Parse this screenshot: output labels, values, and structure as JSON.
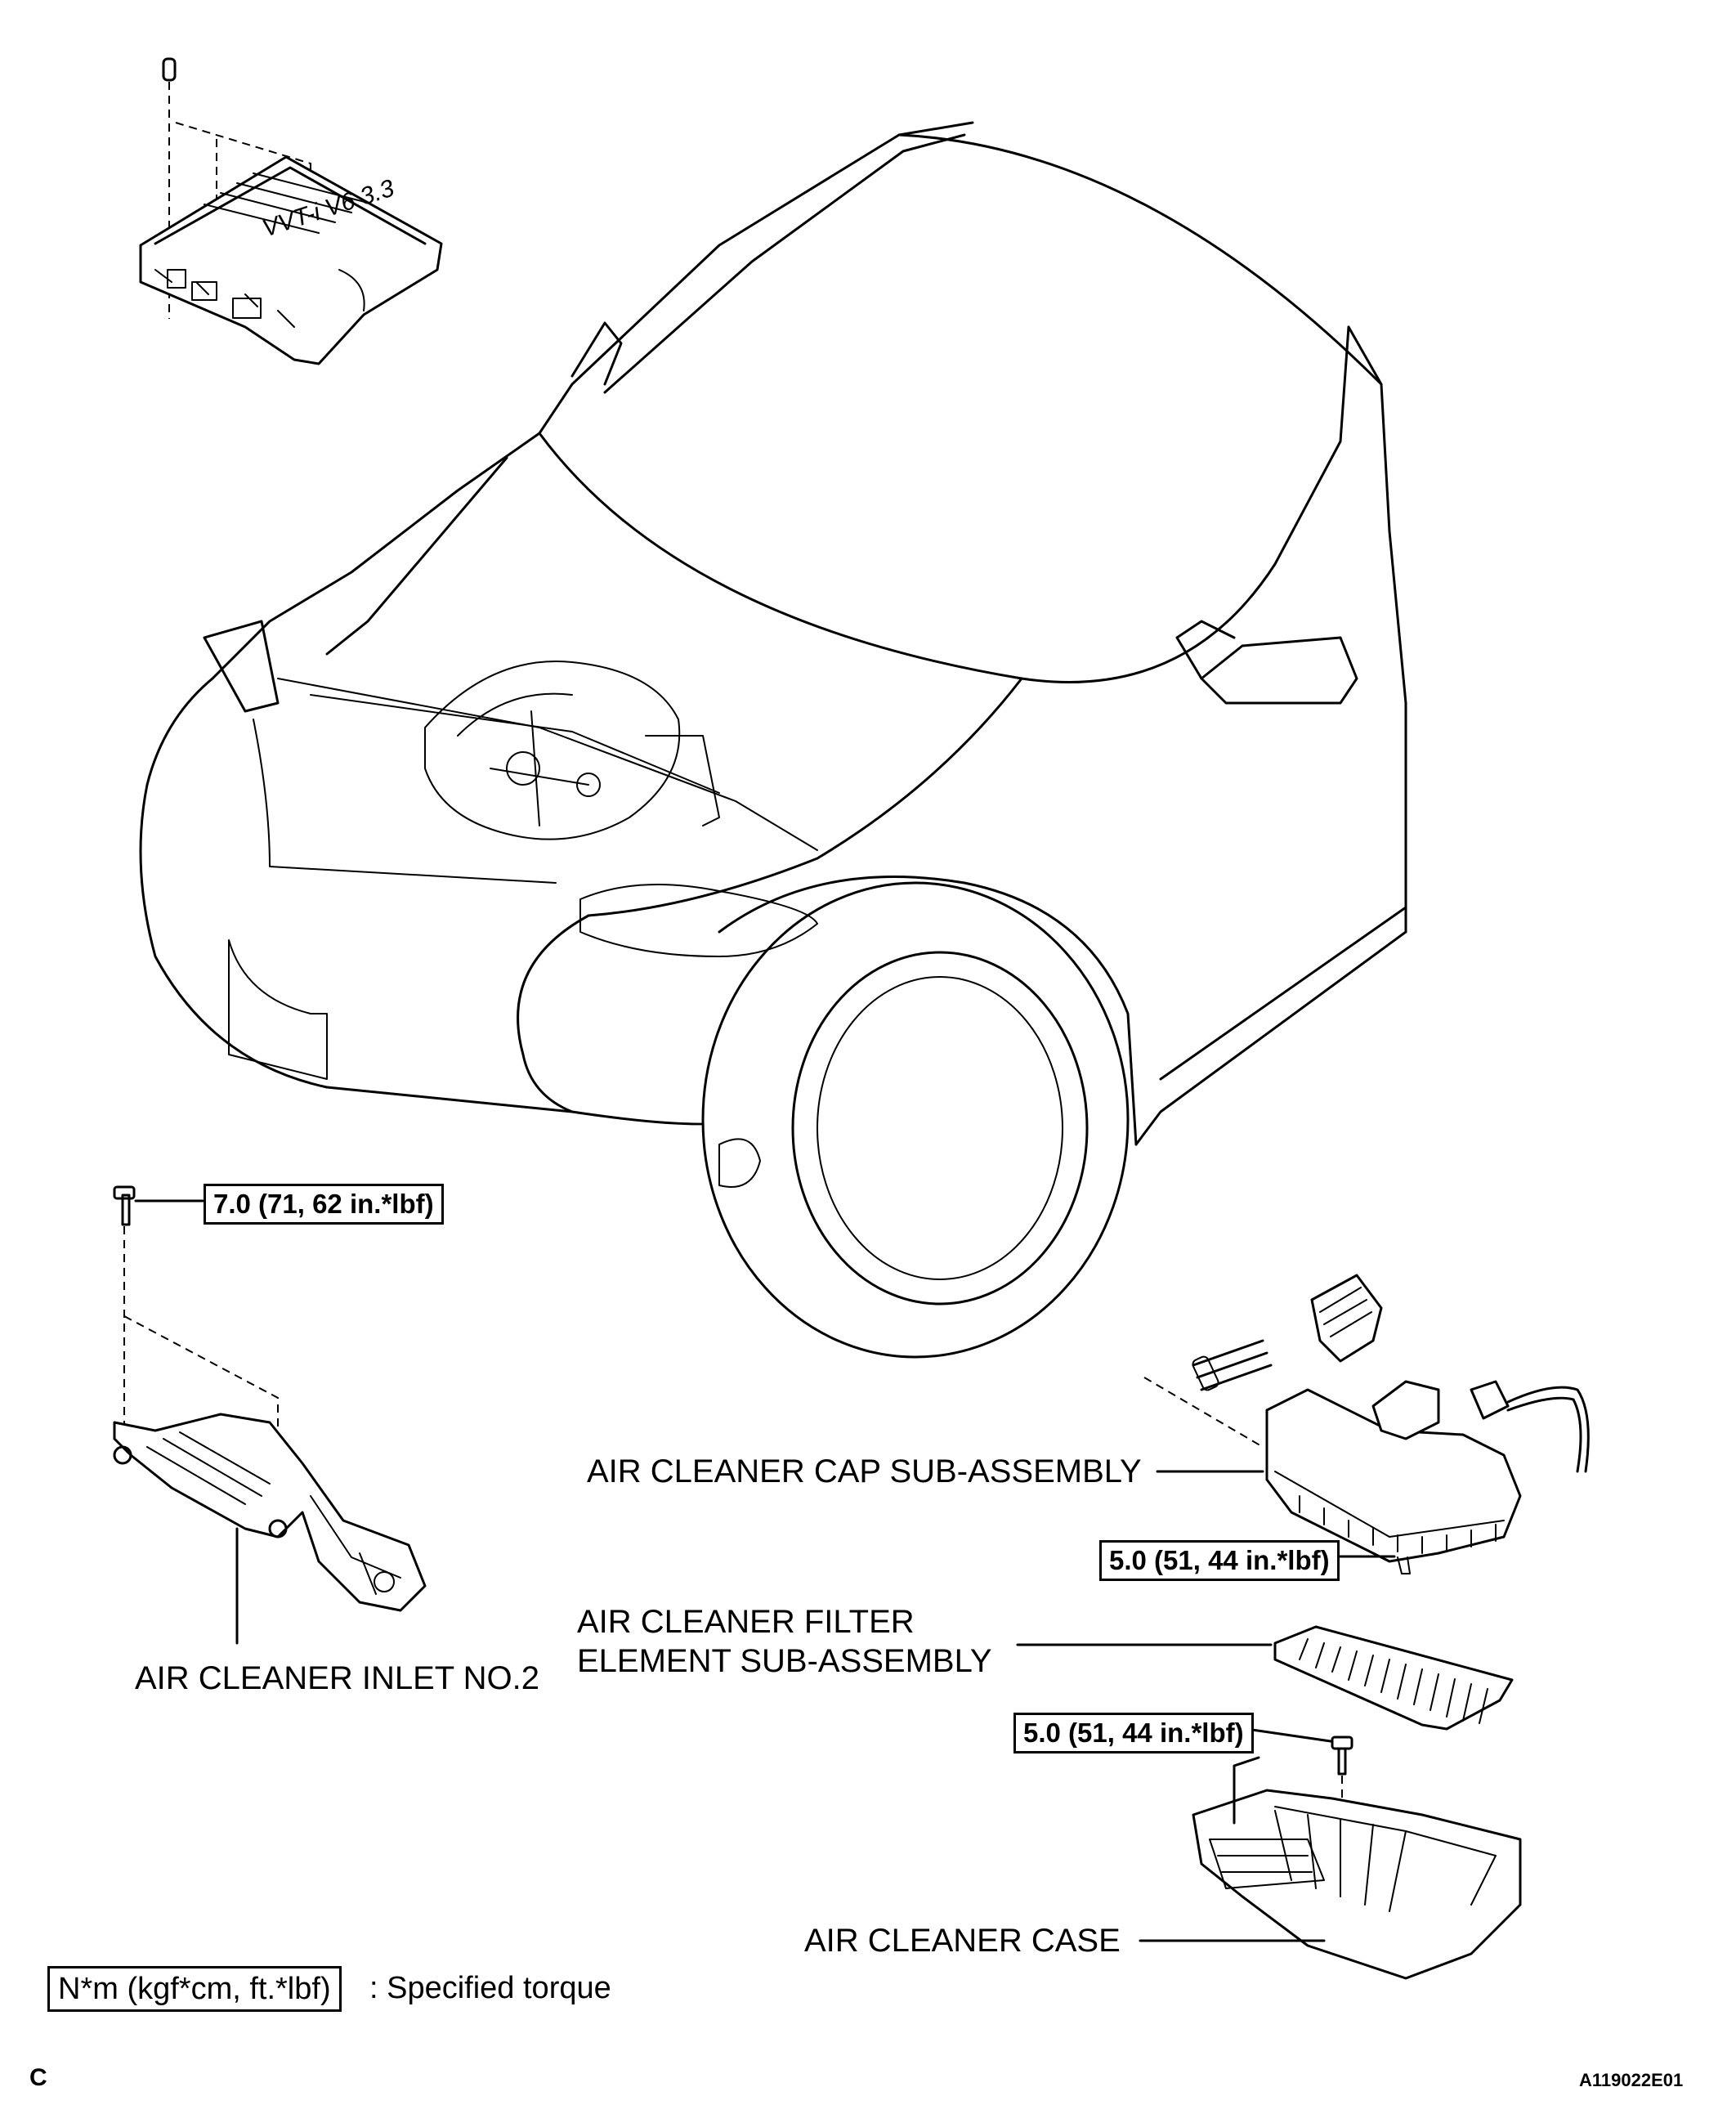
{
  "callouts": {
    "inlet_bolt_torque": "7.0 (71, 62 in.*lbf)",
    "cap_bolt_torque": "5.0 (51, 44 in.*lbf)",
    "case_bolt_torque": "5.0 (51, 44 in.*lbf)"
  },
  "parts": {
    "cap": "AIR CLEANER CAP SUB-ASSEMBLY",
    "filter_line1": "AIR CLEANER FILTER",
    "filter_line2": "ELEMENT SUB-ASSEMBLY",
    "inlet": "AIR CLEANER INLET NO.2",
    "case": "AIR CLEANER CASE"
  },
  "engine_cover_text": "VVT-i V6 3.3",
  "legend": {
    "unit_box": "N*m (kgf*cm, ft.*lbf)",
    "description": ": Specified torque"
  },
  "corner_labels": {
    "section": "C",
    "figure_id": "A119022E01"
  }
}
